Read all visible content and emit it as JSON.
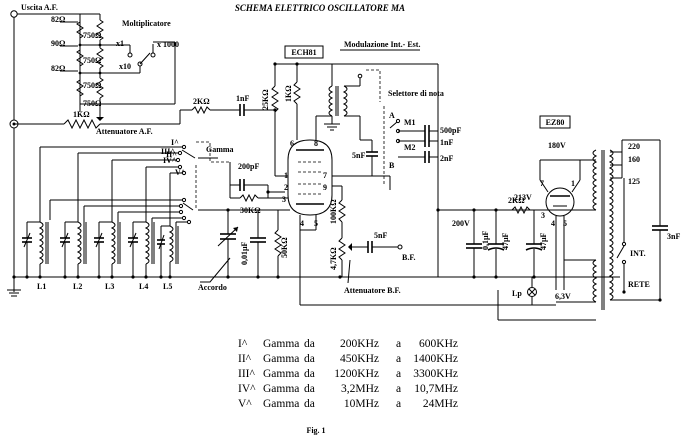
{
  "title": "SCHEMA ELETTRICO OSCILLATORE MA",
  "labels": {
    "output": "Uscita A.F.",
    "multiplier": "Moltiplicatore",
    "x1": "x1",
    "x10": "x10",
    "x1000": "x 1000",
    "tube": "ECH81",
    "modulation": "Modulazione Int.- Est.",
    "note_selector": "Selettore di nota",
    "af_attenuator": "Attenuatore A.F.",
    "range": "Gamma",
    "tuning": "Accordo",
    "bf_attenuator": "Attenuatore B.F.",
    "bf": "B.F.",
    "rectifier": "EZ80",
    "mains": "RETE",
    "int": "INT.",
    "lamp": "Lp",
    "fig": "Fig. 1",
    "switch_a": "A",
    "switch_b": "B",
    "m1": "M1",
    "m2": "M2"
  },
  "resistors": {
    "r82a": "82Ω",
    "r90": "90Ω",
    "r82b": "82Ω",
    "r750a": "750Ω",
    "r750b": "750Ω",
    "r750c": "750Ω",
    "r750d": "750Ω",
    "r1k": "1KΩ",
    "r2k": "2KΩ",
    "r25k": "25KΩ",
    "r1k2": "1KΩ",
    "r30k": "30KΩ",
    "r100k": "100KΩ",
    "r50k": "50KΩ",
    "r47k": "4,7KΩ",
    "r2kb": "2KΩ"
  },
  "capacitors": {
    "c1n": "1nF",
    "c200p": "200pF",
    "c5na": "5nF",
    "c500p": "500pF",
    "c1nb": "1nF",
    "c2n": "2nF",
    "c001": "0,01μF",
    "c5nb": "5nF",
    "c01": "0,1μF",
    "c47a": "47μF",
    "c47b": "47μF",
    "c3n": "3nF"
  },
  "voltages": {
    "v180": "180V",
    "v200": "200V",
    "v213": "213V",
    "v63": "6,3V",
    "v220": "220",
    "v160": "160",
    "v125": "125"
  },
  "pins": {
    "p1": "1",
    "p2": "2",
    "p3": "3",
    "p4": "4",
    "p5": "5",
    "p6": "6",
    "p7": "7",
    "p8": "8",
    "p9": "9"
  },
  "rect_pins": {
    "p1": "1",
    "p3": "3",
    "p4": "4",
    "p5": "5",
    "p7": "7"
  },
  "range_positions": [
    "I^",
    "II^",
    "III^",
    "IV^",
    "V^"
  ],
  "coils": [
    "L1",
    "L2",
    "L3",
    "L4",
    "L5"
  ],
  "ranges": [
    {
      "name": "I^",
      "word": "Gamma",
      "da": "da",
      "from": "200KHz",
      "a": "a",
      "to": "600KHz"
    },
    {
      "name": "II^",
      "word": "Gamma",
      "da": "da",
      "from": "450KHz",
      "a": "a",
      "to": "1400KHz"
    },
    {
      "name": "III^",
      "word": "Gamma",
      "da": "da",
      "from": "1200KHz",
      "a": "a",
      "to": "3300KHz"
    },
    {
      "name": "IV^",
      "word": "Gamma",
      "da": "da",
      "from": "3,2MHz",
      "a": "a",
      "to": "10,7MHz"
    },
    {
      "name": "V^",
      "word": "Gamma",
      "da": "da",
      "from": "10MHz",
      "a": "a",
      "to": "24MHz"
    }
  ]
}
